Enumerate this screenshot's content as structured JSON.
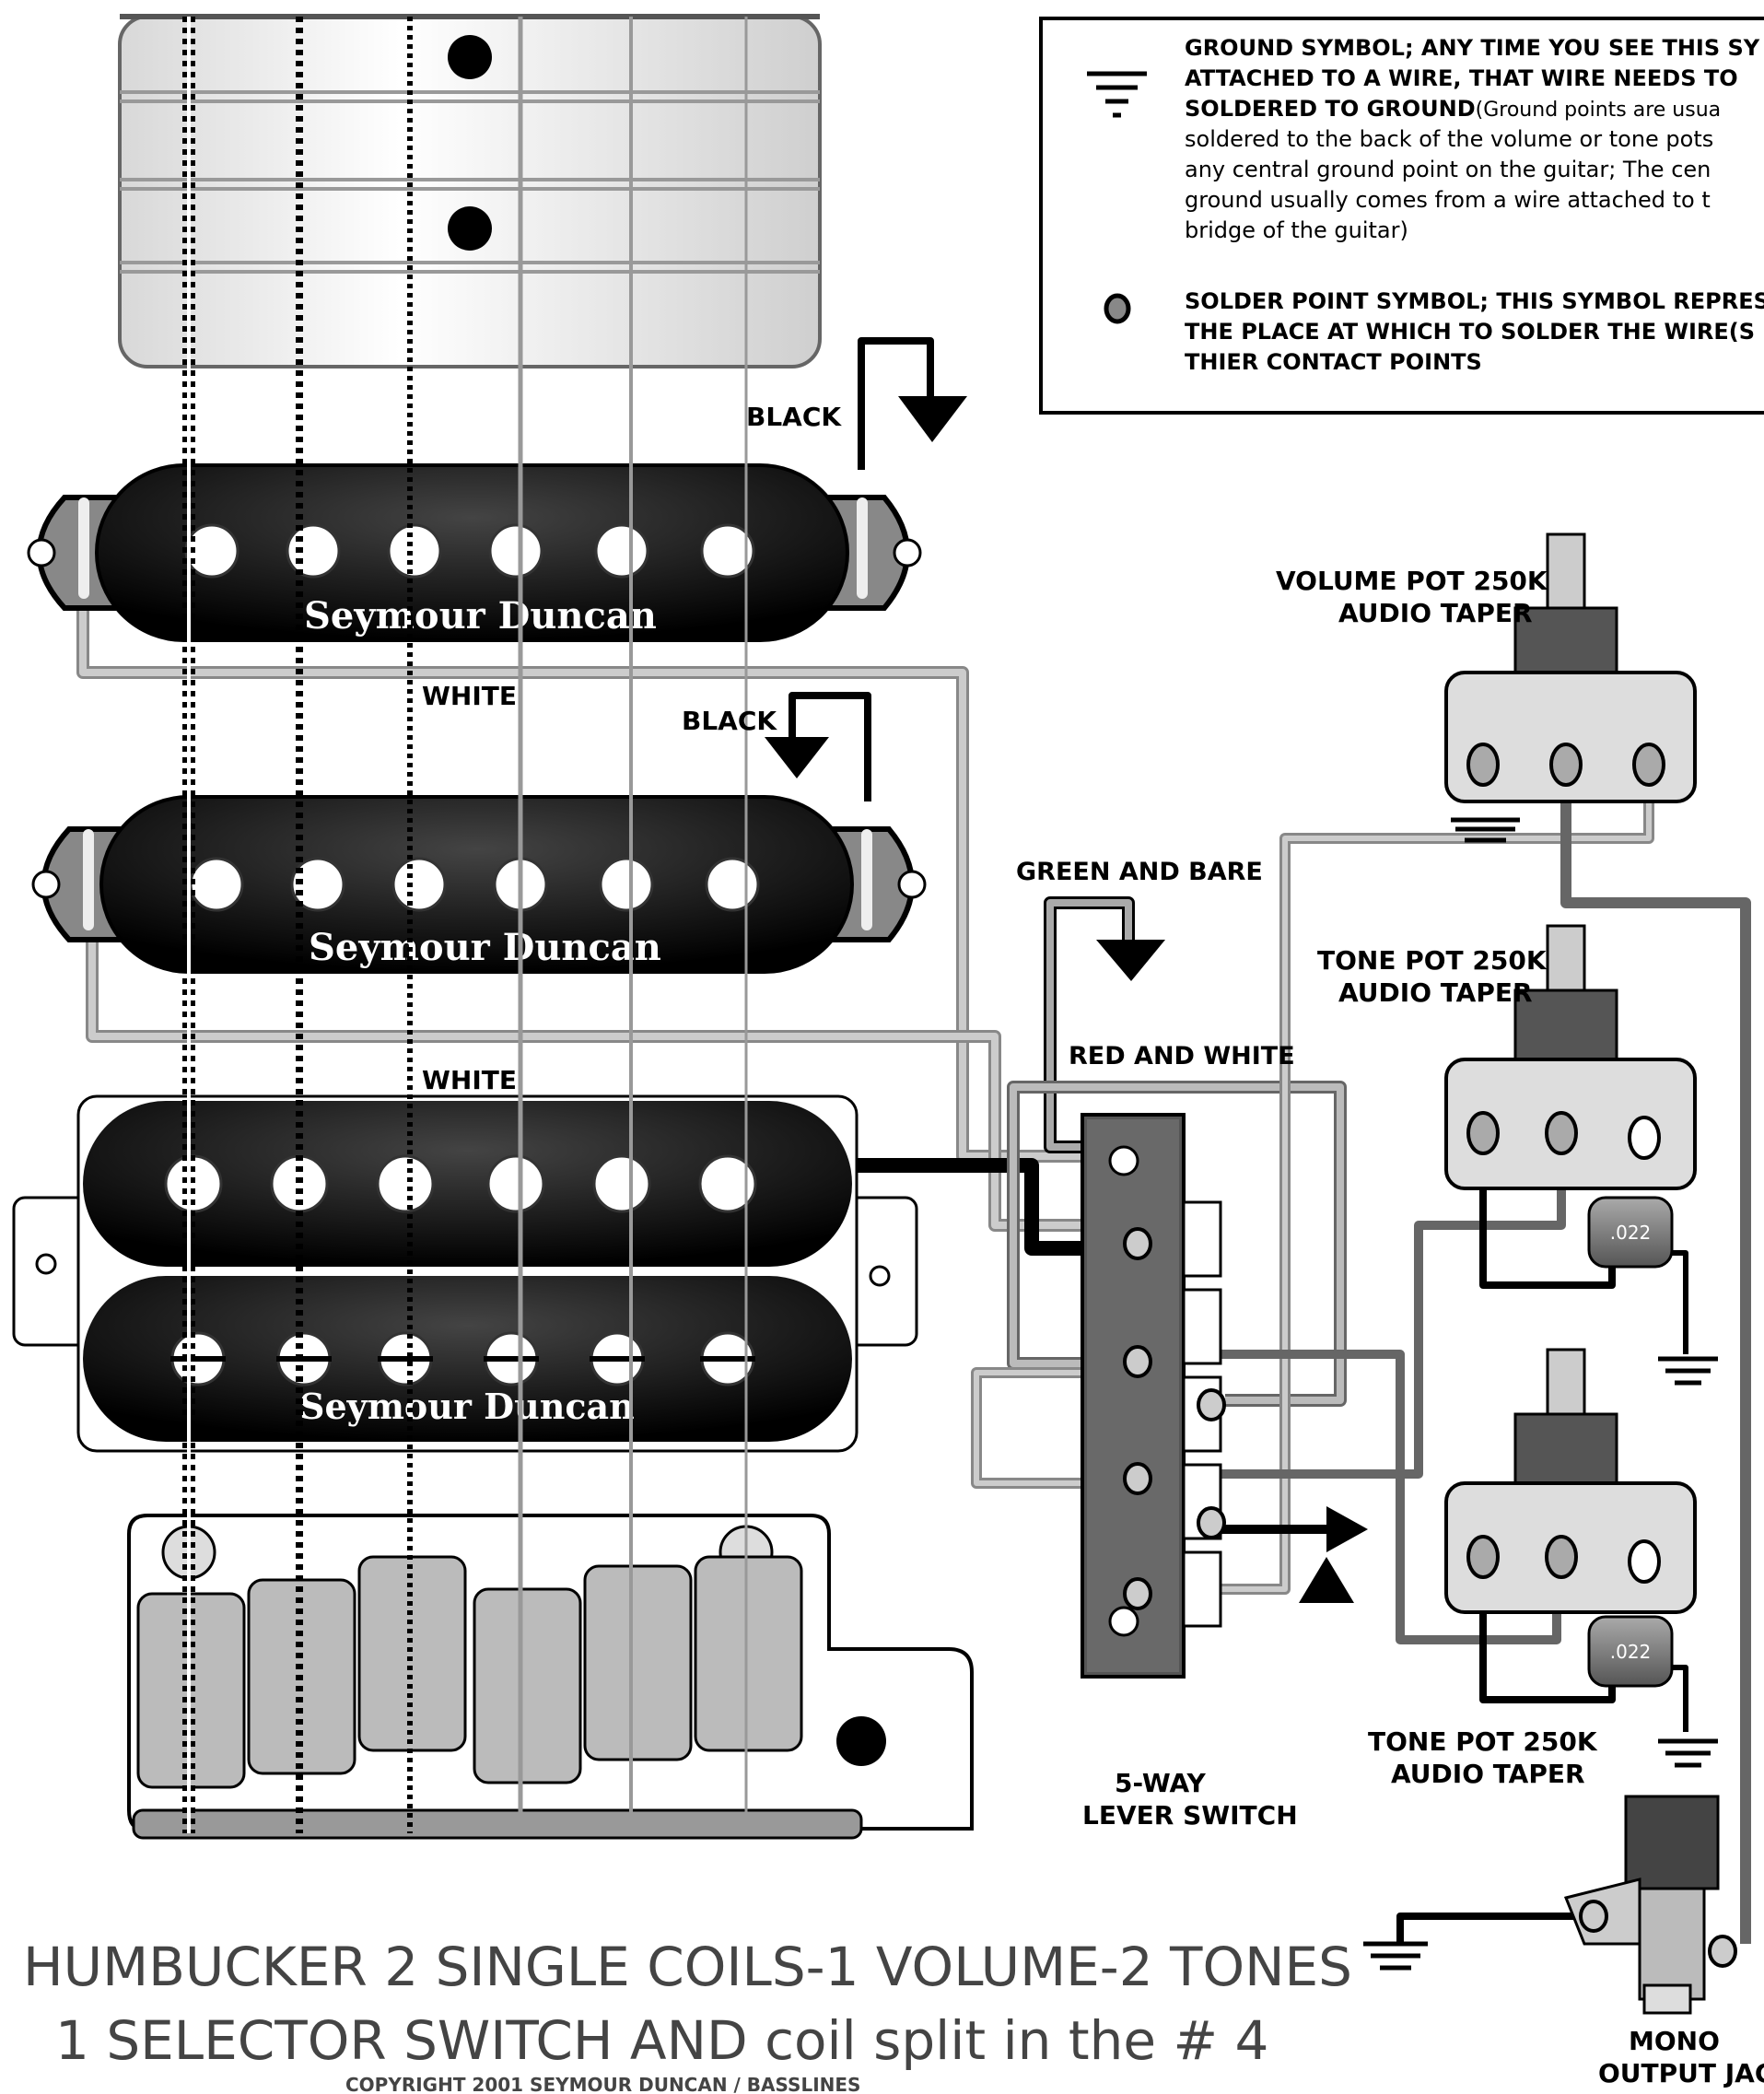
{
  "legend": {
    "ground_lines": [
      {
        "text": "GROUND SYMBOL; ANY TIME YOU SEE THIS SY",
        "bold": true
      },
      {
        "text": "ATTACHED TO A WIRE, THAT WIRE NEEDS TO",
        "bold": true
      },
      {
        "text": "SOLDERED TO GROUND",
        "bold": true,
        "rest": "(Ground points are usua"
      },
      {
        "text": "soldered to the back of the volume or tone pots",
        "bold": false
      },
      {
        "text": "any central ground point on the guitar; The cen",
        "bold": false
      },
      {
        "text": "ground usually comes from a wire attached to t",
        "bold": false
      },
      {
        "text": "bridge of the guitar)",
        "bold": false
      }
    ],
    "solder_lines": [
      "SOLDER POINT SYMBOL; THIS SYMBOL REPRES",
      "THE PLACE AT WHICH TO SOLDER THE WIRE(S",
      "THIER CONTACT POINTS"
    ]
  },
  "labels": {
    "black_1": "BLACK",
    "white_1": "WHITE",
    "black_2": "BLACK",
    "white_2": "WHITE",
    "green_bare": "GREEN AND BARE",
    "red_white": "RED AND WHITE",
    "volume_pot": [
      "VOLUME POT 250K",
      "AUDIO TAPER"
    ],
    "tone_pot_1": [
      "TONE POT 250K",
      "AUDIO TAPER"
    ],
    "tone_pot_2": [
      "TONE POT 250K",
      "AUDIO TAPER"
    ],
    "switch": [
      "5-WAY",
      "LEVER SWITCH"
    ],
    "jack": [
      "MONO",
      "OUTPUT JACK"
    ],
    "cap_1": ".022",
    "cap_2": ".022"
  },
  "pickups": {
    "brand": "Seymour Duncan"
  },
  "title": {
    "line1": "HUMBUCKER 2 SINGLE COILS-1 VOLUME-2 TONES",
    "line2": "1 SELECTOR SWITCH AND coil split in the # 4",
    "copyright": "COPYRIGHT 2001 SEYMOUR DUNCAN / BASSLINES"
  }
}
